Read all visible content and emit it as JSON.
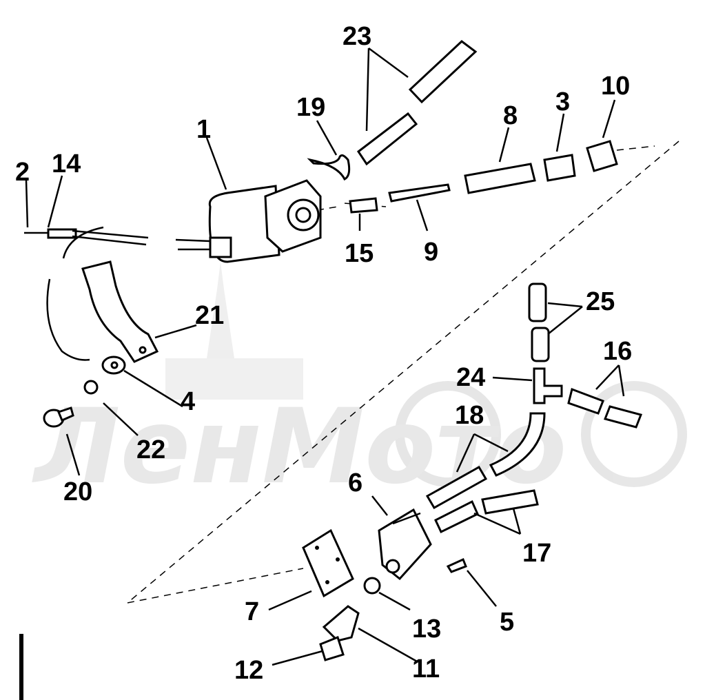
{
  "watermark_text": "ЛенМото",
  "callouts": [
    {
      "id": "c1",
      "label": "1"
    },
    {
      "id": "c2",
      "label": "2"
    },
    {
      "id": "c3",
      "label": "3"
    },
    {
      "id": "c4",
      "label": "4"
    },
    {
      "id": "c5",
      "label": "5"
    },
    {
      "id": "c6",
      "label": "6"
    },
    {
      "id": "c7",
      "label": "7"
    },
    {
      "id": "c8",
      "label": "8"
    },
    {
      "id": "c9",
      "label": "9"
    },
    {
      "id": "c10",
      "label": "10"
    },
    {
      "id": "c11",
      "label": "11"
    },
    {
      "id": "c12",
      "label": "12"
    },
    {
      "id": "c13",
      "label": "13"
    },
    {
      "id": "c14",
      "label": "14"
    },
    {
      "id": "c15",
      "label": "15"
    },
    {
      "id": "c16",
      "label": "16"
    },
    {
      "id": "c17",
      "label": "17"
    },
    {
      "id": "c18",
      "label": "18"
    },
    {
      "id": "c19",
      "label": "19"
    },
    {
      "id": "c20",
      "label": "20"
    },
    {
      "id": "c21",
      "label": "21"
    },
    {
      "id": "c22",
      "label": "22"
    },
    {
      "id": "c23",
      "label": "23"
    },
    {
      "id": "c24",
      "label": "24"
    },
    {
      "id": "c25",
      "label": "25"
    }
  ]
}
